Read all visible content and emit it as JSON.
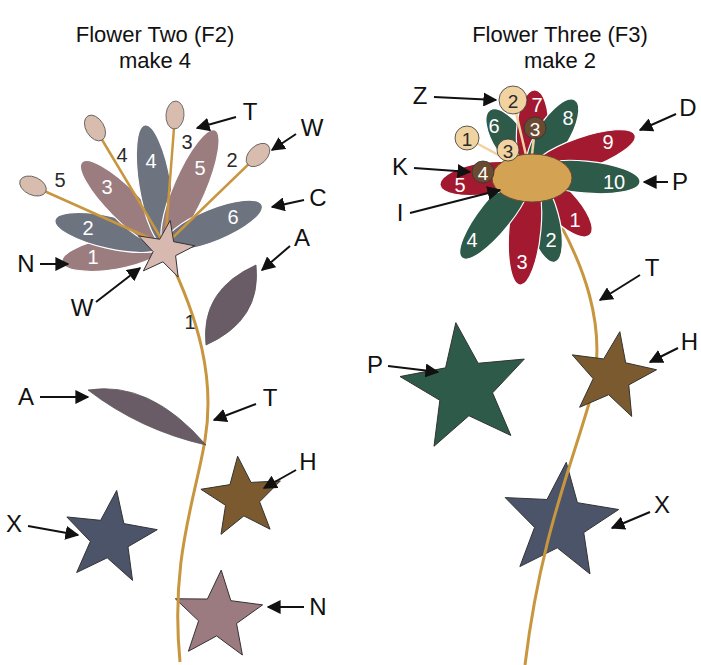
{
  "diagram": {
    "labels": [
      "Flower Two (F2) make 4",
      "Flower Three (F3) make 2",
      "1",
      "2",
      "3",
      "4",
      "5",
      "6",
      "5",
      "4",
      "3",
      "2",
      "1",
      "T",
      "W",
      "C",
      "N",
      "W",
      "A",
      "A",
      "T",
      "H",
      "X",
      "N",
      "1",
      "2",
      "3",
      "4",
      "5",
      "6",
      "7",
      "8",
      "9",
      "10",
      "2",
      "1",
      "3",
      "3",
      "4",
      "Z",
      "D",
      "K",
      "P",
      "I",
      "T",
      "P",
      "H",
      "X"
    ]
  }
}
